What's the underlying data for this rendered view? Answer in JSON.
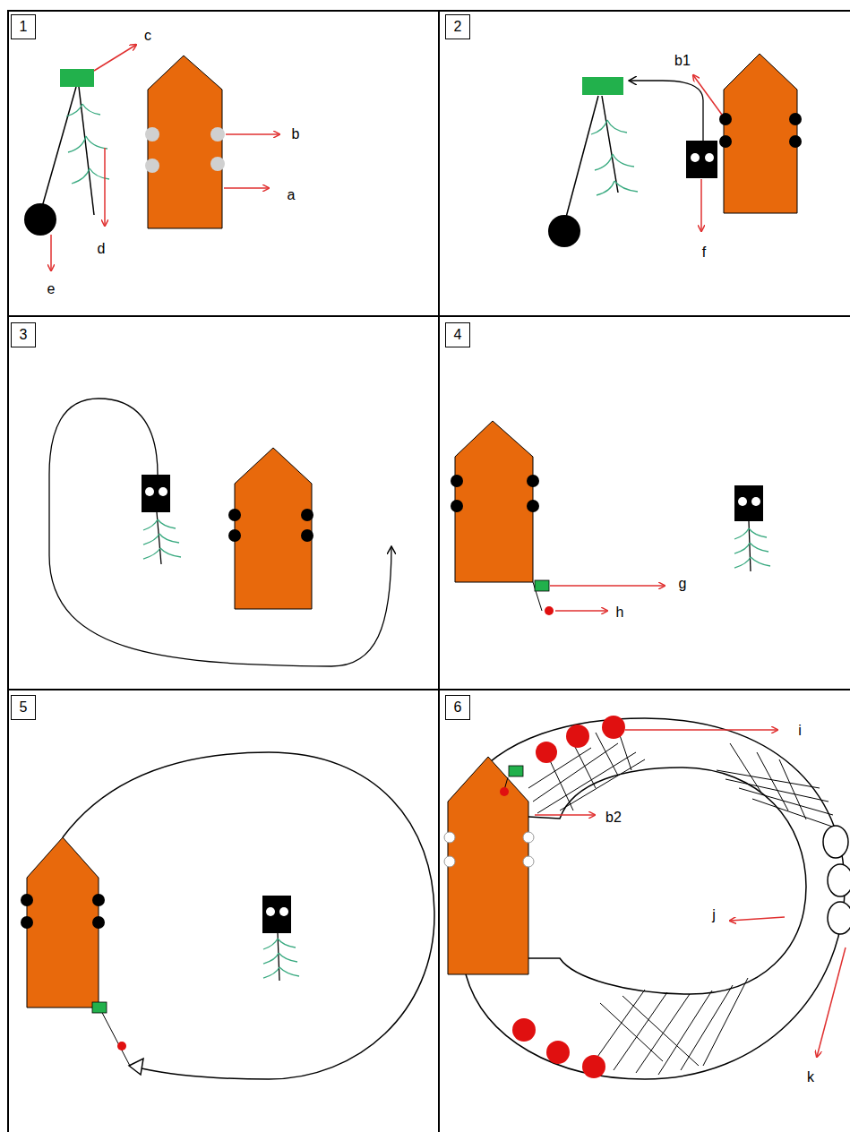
{
  "diagram": {
    "nodes": [
      {
        "text": [
          "1"
        ]
      },
      {
        "text": [
          "2"
        ]
      },
      {
        "text": [
          "3"
        ]
      },
      {
        "text": [
          "4"
        ]
      },
      {
        "text": [
          "5"
        ]
      },
      {
        "text": [
          "6"
        ]
      }
    ],
    "labels": [
      "c",
      "b",
      "a",
      "d",
      "e",
      "b1",
      "f",
      "g",
      "h",
      "i",
      "b2",
      "j",
      "k"
    ]
  }
}
